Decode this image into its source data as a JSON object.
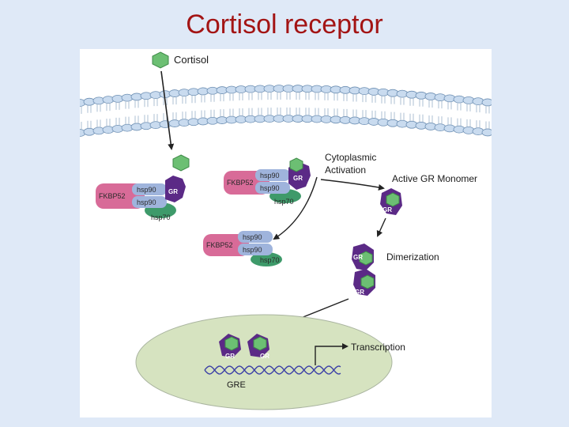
{
  "slide": {
    "title": "Cortisol receptor"
  },
  "labels": {
    "cortisol": "Cortisol",
    "cytoplasmic_activation_1": "Cytoplasmic",
    "cytoplasmic_activation_2": "Activation",
    "active_gr_monomer": "Active GR Monomer",
    "dimerization": "Dimerization",
    "transcription": "Transcription",
    "gre": "GRE"
  },
  "complex": {
    "fkbp": "FKBP52",
    "hsp90": "hsp90",
    "hsp70": "hsp70",
    "gr": "GR"
  },
  "colors": {
    "title": "#a31414",
    "cortisol": "#6cbf73",
    "gr": "#5b2a86",
    "fkbp": "#d86b98",
    "hsp90": "#9fb4dc",
    "hsp70": "#3e9a6a",
    "membrane": "#c9dbef",
    "nucleus": "#d6e3c0"
  }
}
